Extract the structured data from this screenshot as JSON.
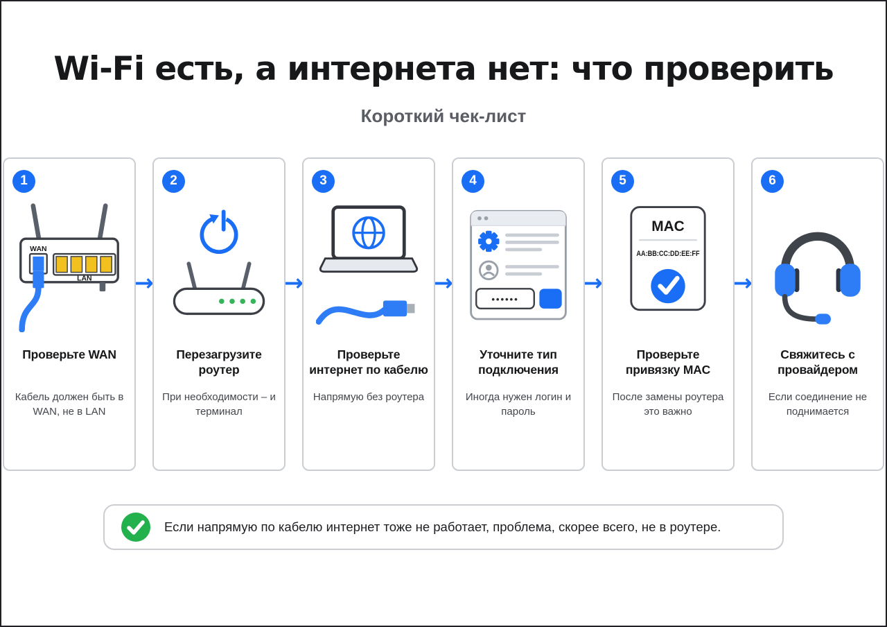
{
  "header": {
    "title": "Wi-Fi есть, а интернета нет: что проверить",
    "subtitle": "Короткий чек-лист"
  },
  "icons": {
    "arrow": "→"
  },
  "steps": [
    {
      "number": "1",
      "title": "Проверьте WAN",
      "description": "Кабель должен быть в WAN, не в LAN"
    },
    {
      "number": "2",
      "title": "Перезагрузите роутер",
      "description": "При необходимости – и терминал"
    },
    {
      "number": "3",
      "title": "Проверьте интернет по кабелю",
      "description": "Напрямую без роутера"
    },
    {
      "number": "4",
      "title": "Уточните тип подключения",
      "description": "Иногда нужен логин и пароль"
    },
    {
      "number": "5",
      "title": "Проверьте привязку MAC",
      "description": "После замены роутера это важно"
    },
    {
      "number": "6",
      "title": "Свяжитесь с провайдером",
      "description": "Если соединение не поднимается"
    }
  ],
  "router_icon": {
    "wan_label": "WAN",
    "lan_label": "LAN"
  },
  "mac_icon": {
    "label": "MAC",
    "address": "AA:BB:CC:DD:EE:FF"
  },
  "form_icon": {
    "password_dots": "••••••"
  },
  "footer": {
    "note": "Если напрямую по кабелю интернет тоже не работает, проблема, скорее всего, не в роутере."
  },
  "colors": {
    "accent_blue": "#1a6ef5",
    "cable_blue": "#2f7df6",
    "success_green": "#22b14c",
    "port_yellow": "#f2c11f"
  }
}
